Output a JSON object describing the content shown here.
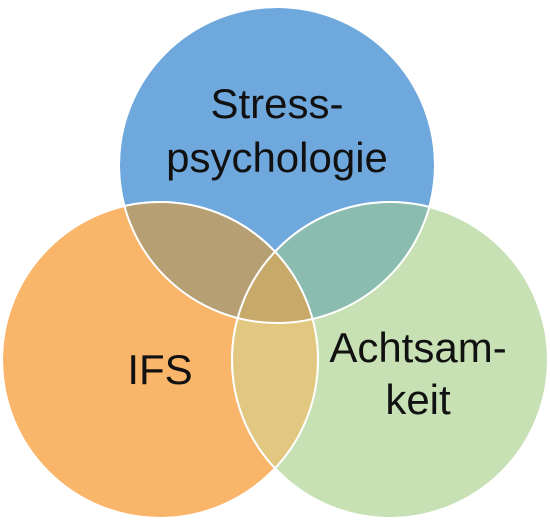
{
  "diagram": {
    "type": "venn",
    "sets": [
      {
        "id": "stress",
        "label_lines": [
          "Stress-",
          "psychologie"
        ],
        "color": "#6FA8DC"
      },
      {
        "id": "ifs",
        "label_lines": [
          "IFS"
        ],
        "color": "#F9B66A"
      },
      {
        "id": "achtsamkeit",
        "label_lines": [
          "Achtsam-",
          "keit"
        ],
        "color": "#C7E0B4"
      }
    ],
    "overlap_colors": {
      "stress_ifs": "#B59F73",
      "stress_achtsamkeit": "#8BBCB0",
      "ifs_achtsamkeit": "#E2C780",
      "all": "#C7A96A"
    }
  }
}
